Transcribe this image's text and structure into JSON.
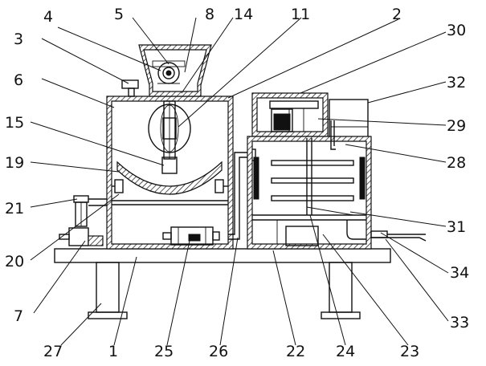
{
  "labels": {
    "l1": "1",
    "l2": "2",
    "l3": "3",
    "l4": "4",
    "l5": "5",
    "l6": "6",
    "l7": "7",
    "l8": "8",
    "l11": "11",
    "l14": "14",
    "l15": "15",
    "l19": "19",
    "l20": "20",
    "l21": "21",
    "l22": "22",
    "l23": "23",
    "l24": "24",
    "l25": "25",
    "l26": "26",
    "l27": "27",
    "l28": "28",
    "l29": "29",
    "l30": "30",
    "l31": "31",
    "l32": "32",
    "l33": "33",
    "l34": "34"
  }
}
